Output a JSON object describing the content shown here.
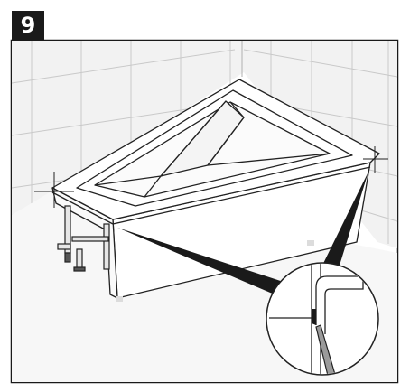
{
  "step": {
    "number": "9"
  },
  "colors": {
    "badge_bg": "#1a1a1a",
    "badge_text": "#ffffff",
    "frame": "#1a1a1a",
    "wall_fill": "#f2f2f2",
    "tile_grout": "#c8c8c8",
    "floor_fill": "#f7f7f7",
    "bath_fill": "#ffffff",
    "line": "#222222",
    "sealant": "#1a1a1a"
  },
  "icons": {
    "bathtub": "corner-bathtub-illustration",
    "detail": "magnified-joint-detail",
    "tool": "sealant-gun-nozzle"
  }
}
